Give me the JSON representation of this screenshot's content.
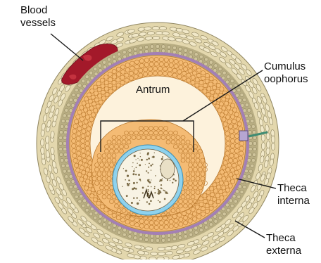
{
  "labels": {
    "blood_vessels": "Blood\nvessels",
    "cumulus_oophorus": "Cumulus\noophorus",
    "antrum": "Antrum",
    "theca_interna": "Theca\ninterna",
    "theca_externa": "Theca\nexterna"
  },
  "colors": {
    "outer_stroma": "#e3d7ad",
    "stroma_cell": "#f1e8c8",
    "stroma_cell_edge": "#8f8560",
    "blood": "#a3192a",
    "theca_interna": "#b8ad82",
    "theca_interna_cell": "#cfc49b",
    "basement_membrane": "#a37fb5",
    "granulosa": "#f4bb74",
    "granulosa_cell_edge": "#b8772c",
    "antrum": "#fdf2dc",
    "zona_pellucida": "#8ed2ee",
    "oocyte": "#f8f3e4",
    "cytoplasm_granule": "#7a6a45",
    "leader_line": "#1a1a1a",
    "probe_band": "#b6a6d2",
    "probe_pin": "#3f8c73"
  }
}
